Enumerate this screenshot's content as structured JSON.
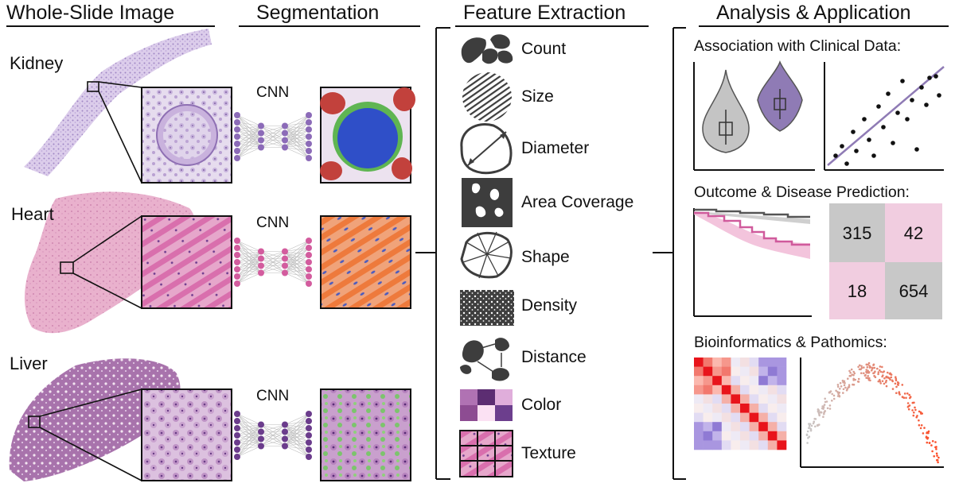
{
  "headers": {
    "wsi": "Whole-Slide Image",
    "segmentation": "Segmentation",
    "features": "Feature Extraction",
    "analysis": "Analysis & Application"
  },
  "organs": [
    "Kidney",
    "Heart",
    "Liver"
  ],
  "cnn_label": "CNN",
  "features": [
    "Count",
    "Size",
    "Diameter",
    "Area Coverage",
    "Shape",
    "Density",
    "Distance",
    "Color",
    "Texture"
  ],
  "panels": {
    "association": "Association with Clinical Data:",
    "outcome": "Outcome & Disease Prediction:",
    "bioinf": "Bioinformatics & Pathomics:"
  },
  "confusion_matrix": [
    "315",
    "42",
    "18",
    "654"
  ],
  "colors": {
    "kidney": "#c9b5dc",
    "heart": "#e4a6c6",
    "liver": "#a46aa8",
    "cnn_kidney": "#8c6bb8",
    "cnn_heart": "#d35c9e",
    "cnn_liver": "#6b3c8c",
    "seg_blue": "#2f4fc8",
    "seg_green": "#5fb552",
    "seg_orange": "#ec7a45",
    "violin_gray": "#c4c4c4",
    "violin_purple": "#8f7bb5",
    "km_gray": "#555555",
    "km_pink": "#d05a9c",
    "cm_gray": "#c8c8c8",
    "cm_pink": "#f1cde0"
  }
}
